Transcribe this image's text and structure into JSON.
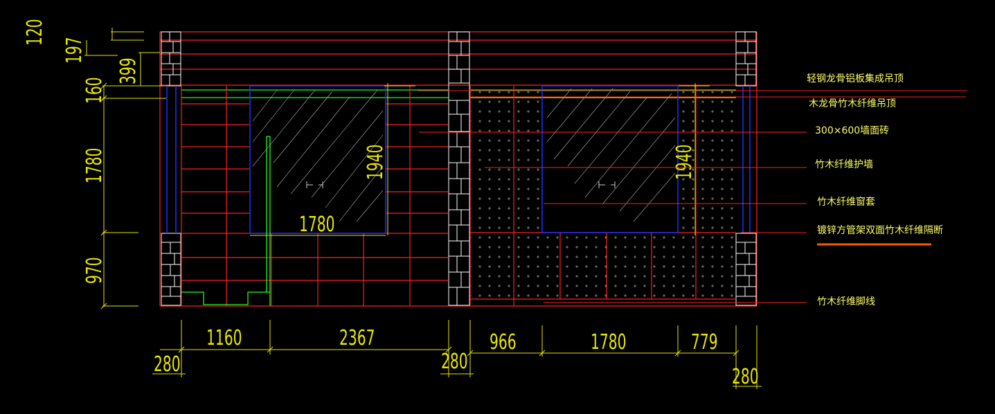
{
  "dimensions": {
    "left_vertical": [
      "120",
      "197",
      "399",
      "160",
      "1780",
      "970"
    ],
    "window_height_left": "1940",
    "window_height_right": "1940",
    "window_width_left": "1780",
    "bottom_upper": [
      "1160",
      "2367",
      "966",
      "1780",
      "779"
    ],
    "bottom_lower": [
      "280",
      "280",
      "280"
    ]
  },
  "annotations": [
    "轻钢龙骨铝板集成吊顶",
    "木龙骨竹木纤维吊顶",
    "300×600墙面砖",
    "竹木纤维护墙",
    "竹木纤维窗套",
    "镀锌方管架双面竹木纤维隔断",
    "竹木纤维脚线"
  ],
  "colors": {
    "background": "#000000",
    "red": "#ff2020",
    "yellow": "#e8e600",
    "blue": "#2030ff",
    "green": "#20ff20",
    "white": "#ffffff",
    "orange": "#ff5a00"
  }
}
